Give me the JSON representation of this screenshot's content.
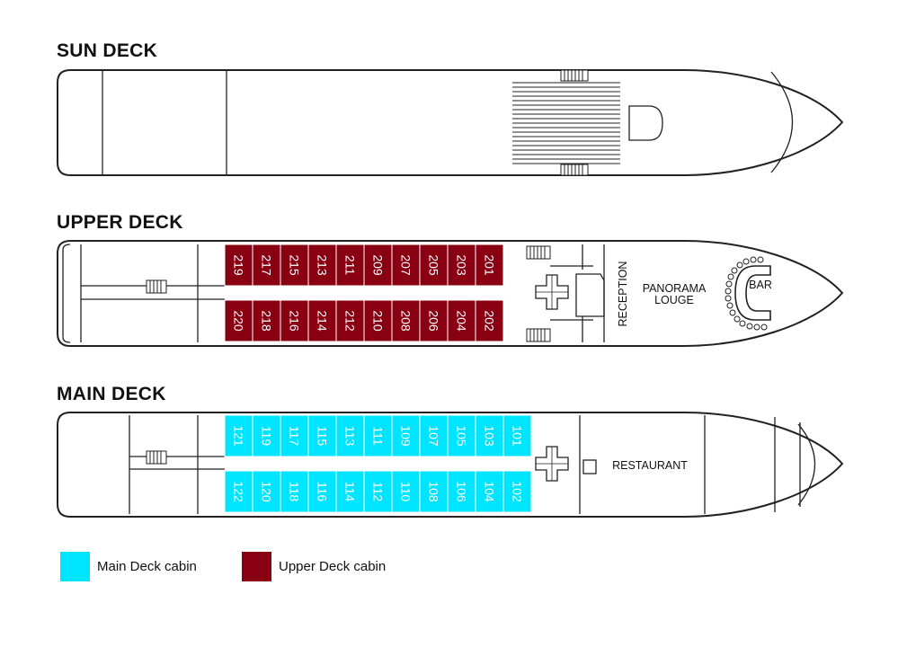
{
  "decks": {
    "sun": {
      "title": "SUN DECK"
    },
    "upper": {
      "title": "UPPER DECK",
      "cabins_top": [
        "219",
        "217",
        "215",
        "213",
        "211",
        "209",
        "207",
        "205",
        "203",
        "201"
      ],
      "cabins_bottom": [
        "220",
        "218",
        "216",
        "214",
        "212",
        "210",
        "208",
        "206",
        "204",
        "202"
      ],
      "reception_label": "RECEPTION",
      "lounge_label_line1": "PANORAMA",
      "lounge_label_line2": "LOUGE",
      "bar_label": "BAR"
    },
    "main": {
      "title": "MAIN DECK",
      "cabins_top": [
        "121",
        "119",
        "117",
        "115",
        "113",
        "111",
        "109",
        "107",
        "105",
        "103",
        "101"
      ],
      "cabins_bottom": [
        "122",
        "120",
        "118",
        "116",
        "114",
        "112",
        "110",
        "108",
        "106",
        "104",
        "102"
      ],
      "restaurant_label": "RESTAURANT"
    }
  },
  "legend": [
    {
      "label": "Main Deck cabin",
      "color": "#00e5ff"
    },
    {
      "label": "Upper Deck cabin",
      "color": "#880012"
    }
  ],
  "colors": {
    "main_cabin": "#00e5ff",
    "upper_cabin": "#880012",
    "outline": "#222222"
  }
}
